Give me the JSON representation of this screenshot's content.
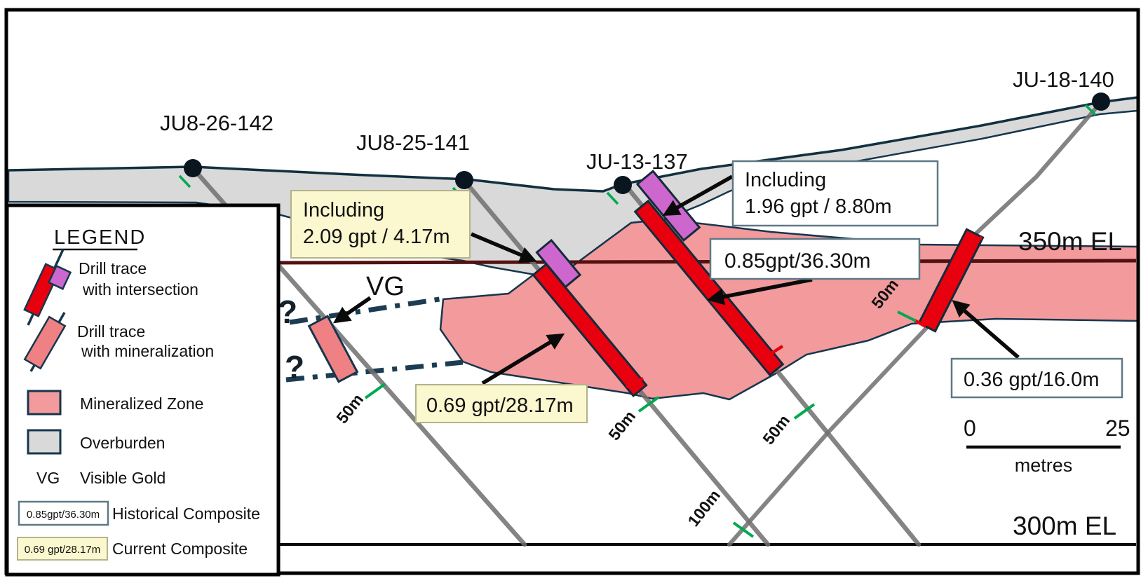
{
  "colors": {
    "red_interval": "#e8000f",
    "purple_intersection": "#cd67cd",
    "mineralized_pink": "#f29a9c",
    "mineralization_bar": "#ef8185",
    "overburden_gray": "#d9d9d9",
    "outline_navy": "#16364c",
    "depth_green": "#00a94f",
    "elevation_maroon": "#541111",
    "callout_yellow": "#fbf7cf",
    "trace_gray": "#6e6e6e"
  },
  "drill_holes": [
    {
      "id": "JU8-26-142"
    },
    {
      "id": "JU8-25-141"
    },
    {
      "id": "JU-13-137"
    },
    {
      "id": "JU-18-140"
    }
  ],
  "elevations": {
    "upper": "350m EL",
    "lower": "300m EL"
  },
  "depth_marks": {
    "d50": "50m",
    "d100": "100m"
  },
  "vg": {
    "label": "VG",
    "query": "?"
  },
  "callouts": {
    "c1": {
      "line1": "Including",
      "line2": "2.09 gpt / 4.17m"
    },
    "c2": {
      "line1": "Including",
      "line2": "1.96 gpt / 8.80m"
    },
    "c3": {
      "text": "0.85gpt/36.30m"
    },
    "c4": {
      "text": "0.69 gpt/28.17m"
    },
    "c5": {
      "text": "0.36 gpt/16.0m"
    }
  },
  "scale_bar": {
    "start": "0",
    "end": "25",
    "unit": "metres"
  },
  "legend": {
    "title": "LEGEND",
    "drill_intersection": {
      "line1": "Drill trace",
      "line2": "with intersection"
    },
    "drill_mineralization": {
      "line1": "Drill trace",
      "line2": "with mineralization"
    },
    "mineralized_zone": "Mineralized Zone",
    "overburden": "Overburden",
    "vg_abbr": "VG",
    "vg_label": "Visible Gold",
    "historical_sample": "0.85gpt/36.30m",
    "historical_label": "Historical Composite",
    "current_sample": "0.69 gpt/28.17m",
    "current_label": "Current Composite"
  }
}
